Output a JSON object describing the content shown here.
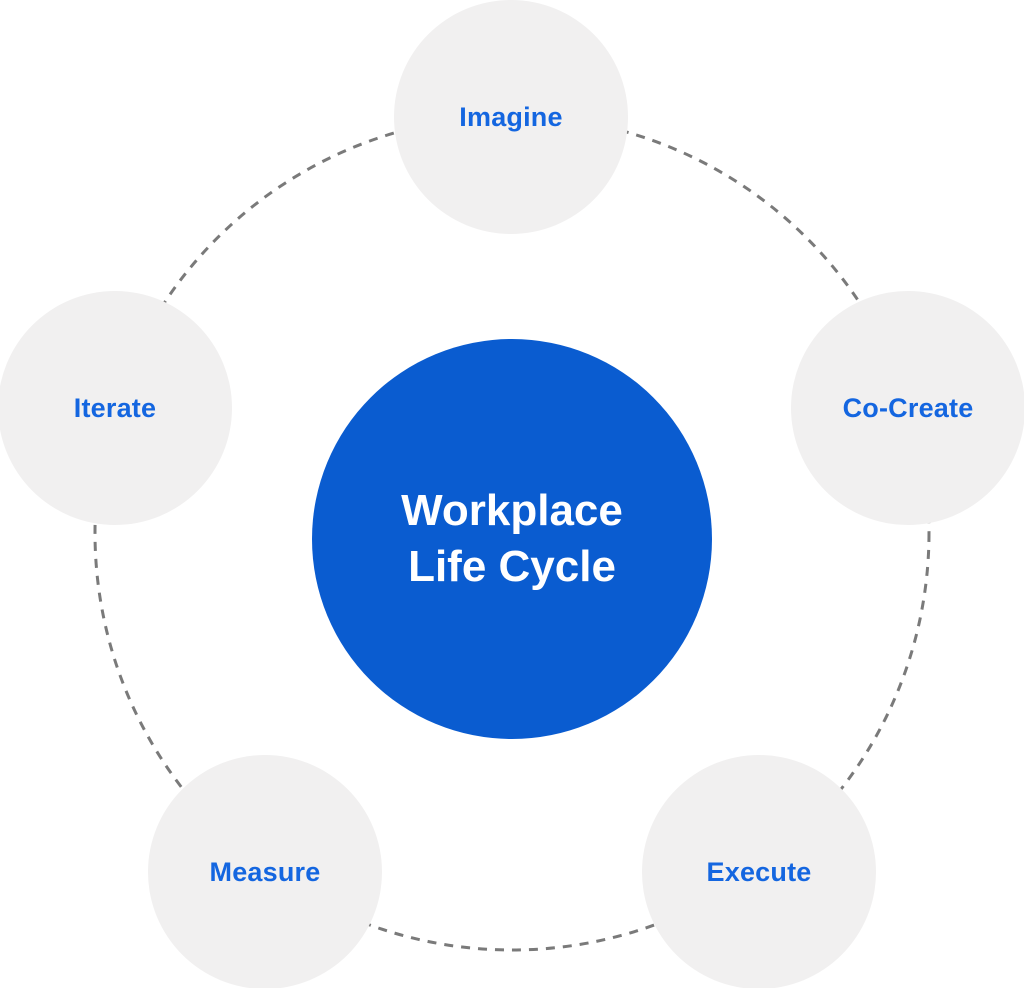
{
  "diagram": {
    "title": "Workplace Life Cycle",
    "center_node": {
      "label": "Workplace Life Cycle",
      "line1": "Workplace",
      "line2": "Life Cycle",
      "bg_color": "#0a5cd0",
      "text_color": "#ffffff"
    },
    "nodes": [
      {
        "id": "imagine",
        "label": "Imagine",
        "position": "top"
      },
      {
        "id": "co-create",
        "label": "Co-Create",
        "position": "right"
      },
      {
        "id": "execute",
        "label": "Execute",
        "position": "bottom-right"
      },
      {
        "id": "measure",
        "label": "Measure",
        "position": "bottom-left"
      },
      {
        "id": "iterate",
        "label": "Iterate",
        "position": "left"
      }
    ],
    "colors": {
      "node_bg": "#f1f0f0",
      "node_text": "#1466e0",
      "ring": "#7a7a7a",
      "background": "#ffffff"
    }
  }
}
